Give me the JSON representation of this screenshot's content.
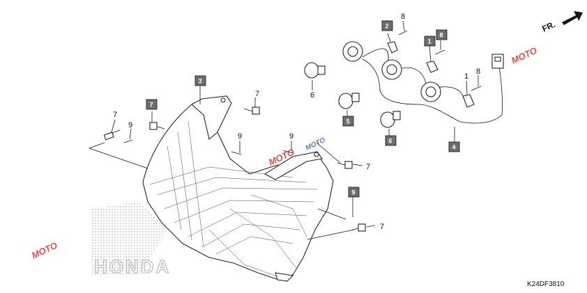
{
  "diagram": {
    "callouts": [
      {
        "id": "c1",
        "label": "7",
        "boxed": false
      },
      {
        "id": "c2",
        "label": "9",
        "boxed": false
      },
      {
        "id": "c3",
        "label": "7",
        "boxed": true
      },
      {
        "id": "c4",
        "label": "3",
        "boxed": true
      },
      {
        "id": "c5",
        "label": "7",
        "boxed": false
      },
      {
        "id": "c6",
        "label": "9",
        "boxed": false
      },
      {
        "id": "c7",
        "label": "9",
        "boxed": false
      },
      {
        "id": "c8",
        "label": "7",
        "boxed": false
      },
      {
        "id": "c9",
        "label": "9",
        "boxed": true
      },
      {
        "id": "c10",
        "label": "7",
        "boxed": false
      },
      {
        "id": "c11",
        "label": "6",
        "boxed": false
      },
      {
        "id": "c12",
        "label": "5",
        "boxed": true
      },
      {
        "id": "c13",
        "label": "6",
        "boxed": true
      },
      {
        "id": "c14",
        "label": "2",
        "boxed": true
      },
      {
        "id": "c15",
        "label": "8",
        "boxed": false
      },
      {
        "id": "c16",
        "label": "1",
        "boxed": true
      },
      {
        "id": "c17",
        "label": "8",
        "boxed": true
      },
      {
        "id": "c18",
        "label": "1",
        "boxed": false
      },
      {
        "id": "c19",
        "label": "8",
        "boxed": false
      },
      {
        "id": "c20",
        "label": "4",
        "boxed": true
      }
    ],
    "direction_label": "FR.",
    "brand_watermark": "HONDA",
    "diagram_code": "K24DF3810",
    "watermarks": [
      {
        "text": "MOTO"
      },
      {
        "text": "MOTO"
      },
      {
        "text": "MOTO"
      },
      {
        "text": "MOTO"
      }
    ],
    "colors": {
      "callout_box": "#6e6e6e",
      "line": "#111111",
      "watermark_red": "#d9534f",
      "watermark_blue": "#5b7fc7"
    }
  }
}
